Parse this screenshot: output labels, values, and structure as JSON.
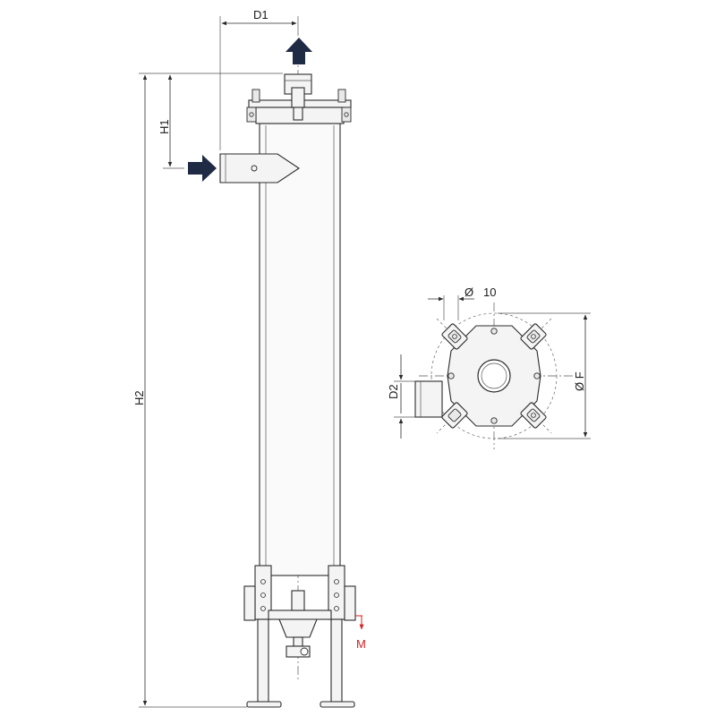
{
  "dimensions": {
    "d1": "D1",
    "h1": "H1",
    "h2": "H2",
    "d2": "D2",
    "hole_dia_symbol": "Ø",
    "hole_dia_value": "10",
    "outer_dia": "Ø F",
    "drain": "M"
  },
  "colors": {
    "flow_arrow": "#1f2a44",
    "drain_marker": "#d42020",
    "line": "#2b2b2b"
  },
  "icons": {
    "inlet": "arrow-right-icon",
    "outlet": "arrow-up-icon",
    "drain": "arrow-down-icon"
  }
}
